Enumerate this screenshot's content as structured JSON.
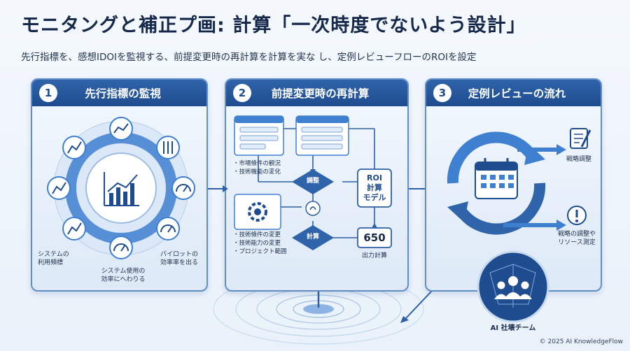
{
  "header": {
    "title": "モニタングと補正プ画: 計算「一次時度でないよう設計」",
    "subtitle": "先行指標を、感想IDOIを監視する、前提変更時の再計算を計算を実な し、定例レビューフローのROIを設定"
  },
  "panels": [
    {
      "number": "1",
      "title": "先行指標の監視",
      "labels": {
        "system_usage": "システムの\n利用頻標",
        "system_efficiency": "システム使用の\n効率にへわりる",
        "pilot_efficiency": "パイロットの\n効率率を出る"
      }
    },
    {
      "number": "2",
      "title": "前提変更時の再計算",
      "labels": {
        "market_notes": "・市場條件の観況\n・技術機能の変化",
        "tech_notes": "・技術條件の変更\n・技術能力の変更\n・プロジェクト範囲",
        "adjust": "調整",
        "calculate": "計算",
        "roi_model": "ROI\n計算\nモデル",
        "output_value": "650",
        "output_label": "出力計算"
      }
    },
    {
      "number": "3",
      "title": "定例レビューの流れ",
      "labels": {
        "strategy_adjust": "戦略調整",
        "strategy_resource": "戦略の調整や\nリソース測定",
        "ai_team": "AI 社壊チーム"
      }
    }
  ],
  "footer": {
    "copyright": "© 2025 AI KnowledgeFlow"
  },
  "colors": {
    "primary": "#1e4c8e",
    "accent": "#3f7fd0",
    "panel_border": "#5f8ec9",
    "background": "#eef4fb"
  }
}
